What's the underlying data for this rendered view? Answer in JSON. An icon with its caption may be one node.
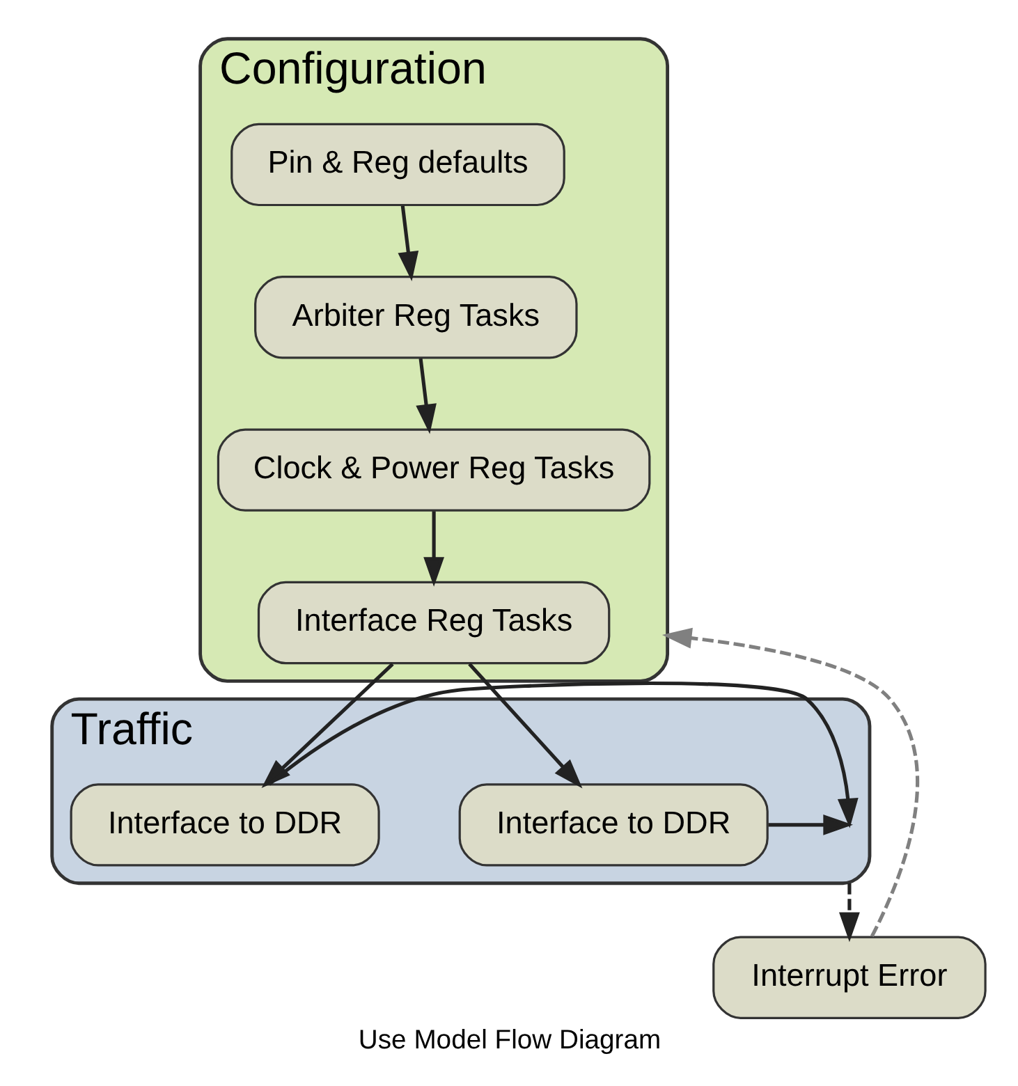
{
  "diagram": {
    "caption": "Use Model Flow Diagram",
    "nodes": [
      {
        "text": [
          "Configuration"
        ]
      },
      {
        "text": [
          "Pin & Reg defaults"
        ],
        "in": 0
      },
      {
        "text": [
          "Arbiter Reg Tasks"
        ],
        "in": 0
      },
      {
        "text": [
          "Clock & Power Reg Tasks"
        ],
        "in": 0
      },
      {
        "text": [
          "Interface Reg Tasks"
        ],
        "in": 0
      },
      {
        "text": [
          "Traffic"
        ]
      },
      {
        "text": [
          "Interface to DDR"
        ],
        "in": 5
      },
      {
        "text": [
          "Interface to DDR"
        ],
        "in": 5
      },
      {
        "text": [
          "Interrupt Error"
        ]
      }
    ],
    "edges": [
      {
        "from": 1,
        "to": 2,
        "arrow": "to"
      },
      {
        "from": 2,
        "to": 3,
        "arrow": "to"
      },
      {
        "from": 3,
        "to": 4,
        "arrow": "to"
      },
      {
        "from": 4,
        "to": 6,
        "arrow": "to"
      },
      {
        "from": 4,
        "to": 7,
        "arrow": "to"
      },
      {
        "from": 6,
        "to": 5,
        "arrow": "to"
      },
      {
        "from": 7,
        "to": 5,
        "arrow": "to"
      },
      {
        "from": 5,
        "to": 8,
        "arrow": "to",
        "style": "dashed"
      },
      {
        "from": 8,
        "to": 0,
        "arrow": "to",
        "style": "dashed",
        "color": "#808080"
      }
    ]
  }
}
